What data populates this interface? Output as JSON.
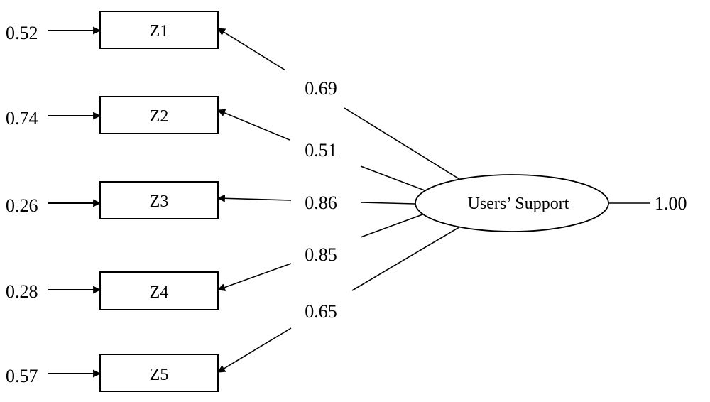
{
  "latent": {
    "label": "Users’ Support",
    "variance": "1.00"
  },
  "indicators": [
    {
      "label": "Z1",
      "error": "0.52",
      "loading": "0.69"
    },
    {
      "label": "Z2",
      "error": "0.74",
      "loading": "0.51"
    },
    {
      "label": "Z3",
      "error": "0.26",
      "loading": "0.86"
    },
    {
      "label": "Z4",
      "error": "0.28",
      "loading": "0.85"
    },
    {
      "label": "Z5",
      "error": "0.57",
      "loading": "0.65"
    }
  ]
}
